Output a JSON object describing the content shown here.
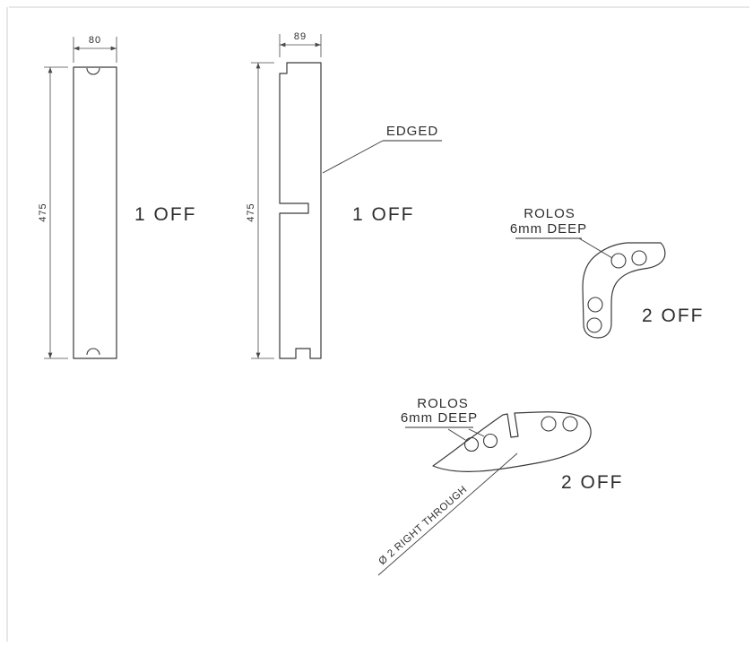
{
  "colors": {
    "ink": "#3a3a3a",
    "paper": "#ffffff",
    "page_edge": "#cfcfcf"
  },
  "part1": {
    "width_dim": "80",
    "height_dim": "475",
    "quantity": "1 OFF"
  },
  "part2": {
    "width_dim": "89",
    "height_dim": "475",
    "quantity": "1 OFF",
    "edge_note": "EDGED"
  },
  "part3": {
    "process_note_line1": "ROLOS",
    "process_note_line2": "6mm DEEP",
    "quantity": "2 OFF"
  },
  "part4": {
    "process_note_line1": "ROLOS",
    "process_note_line2": "6mm DEEP",
    "quantity": "2 OFF",
    "hole_note": "Ø 2 RIGHT THROUGH"
  }
}
